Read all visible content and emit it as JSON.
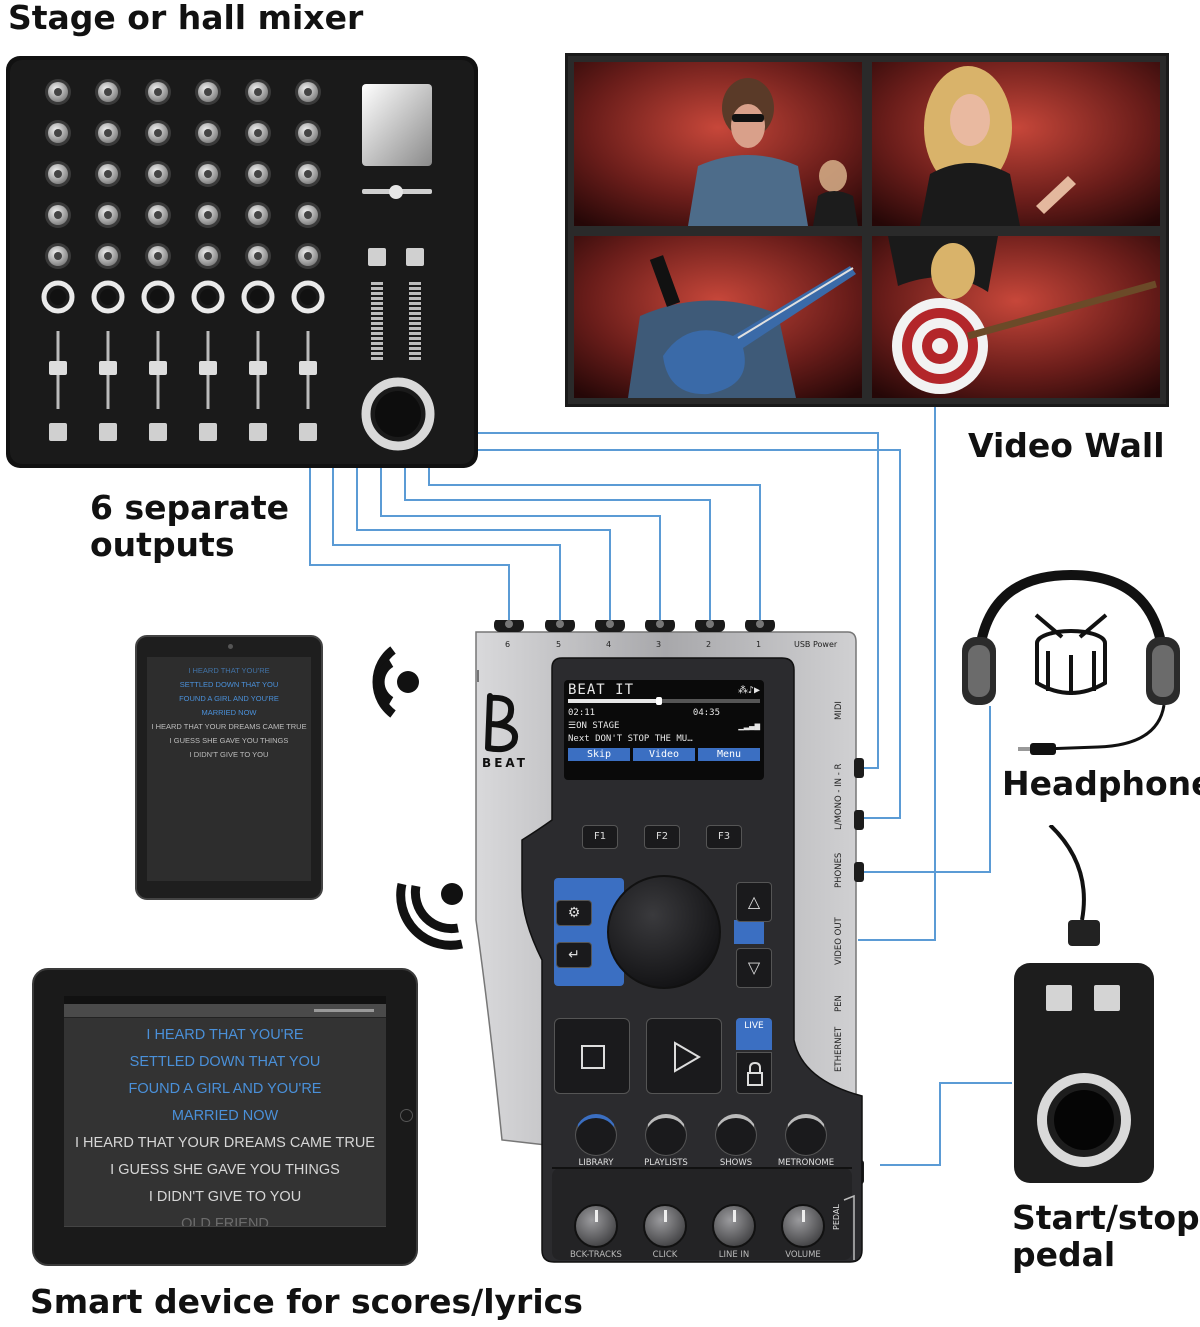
{
  "labels": {
    "mixer": "Stage or hall mixer",
    "video_wall": "Video Wall",
    "outputs": "6 separate outputs",
    "headphone": "Headphone",
    "pedal": "Start/stop pedal",
    "smart_device": "Smart device for scores/lyrics"
  },
  "device": {
    "brand": "BEAT",
    "top_ports": [
      "6",
      "5",
      "4",
      "3",
      "2",
      "1"
    ],
    "usb_label": "USB Power",
    "side_ports": [
      "MIDI",
      "L/MONO - IN - R",
      "PHONES",
      "VIDEO OUT",
      "PEN",
      "ETHERNET"
    ],
    "pedal_port": "PEDAL",
    "screen": {
      "title": "BEAT IT",
      "time_elapsed": "02:11",
      "time_total": "04:35",
      "mode": "ON STAGE",
      "next_line": "Next DON'T STOP THE MU…",
      "softkeys": [
        "Skip",
        "Video",
        "Menu"
      ]
    },
    "function_keys": [
      "F1",
      "F2",
      "F3"
    ],
    "live_label": "LIVE",
    "round_buttons": [
      "LIBRARY",
      "PLAYLISTS",
      "SHOWS",
      "METRONOME"
    ],
    "knobs": [
      "BCK-TRACKS",
      "CLICK",
      "LINE IN",
      "VOLUME"
    ]
  },
  "small_tablet_lyrics": [
    "I HEARD THAT YOU'RE",
    "SETTLED DOWN THAT YOU",
    "FOUND A GIRL AND YOU'RE",
    "MARRIED NOW",
    "I HEARD THAT YOUR DREAMS CAME TRUE",
    "I GUESS SHE GAVE YOU THINGS",
    "I DIDN'T GIVE TO YOU"
  ],
  "large_tablet_lyrics": [
    "I HEARD THAT YOU'RE",
    "SETTLED DOWN THAT YOU",
    "FOUND A GIRL AND YOU'RE",
    "MARRIED NOW",
    "I HEARD THAT YOUR DREAMS CAME TRUE",
    "I GUESS SHE GAVE YOU THINGS",
    "I DIDN'T GIVE TO YOU",
    "OLD FRIEND"
  ],
  "colors": {
    "cable": "#5b9bd5",
    "accent_blue": "#3b6fc2",
    "lyric_highlight": "#4a90d9",
    "device_body": "#2b2b2e",
    "lcd": "#111111"
  }
}
